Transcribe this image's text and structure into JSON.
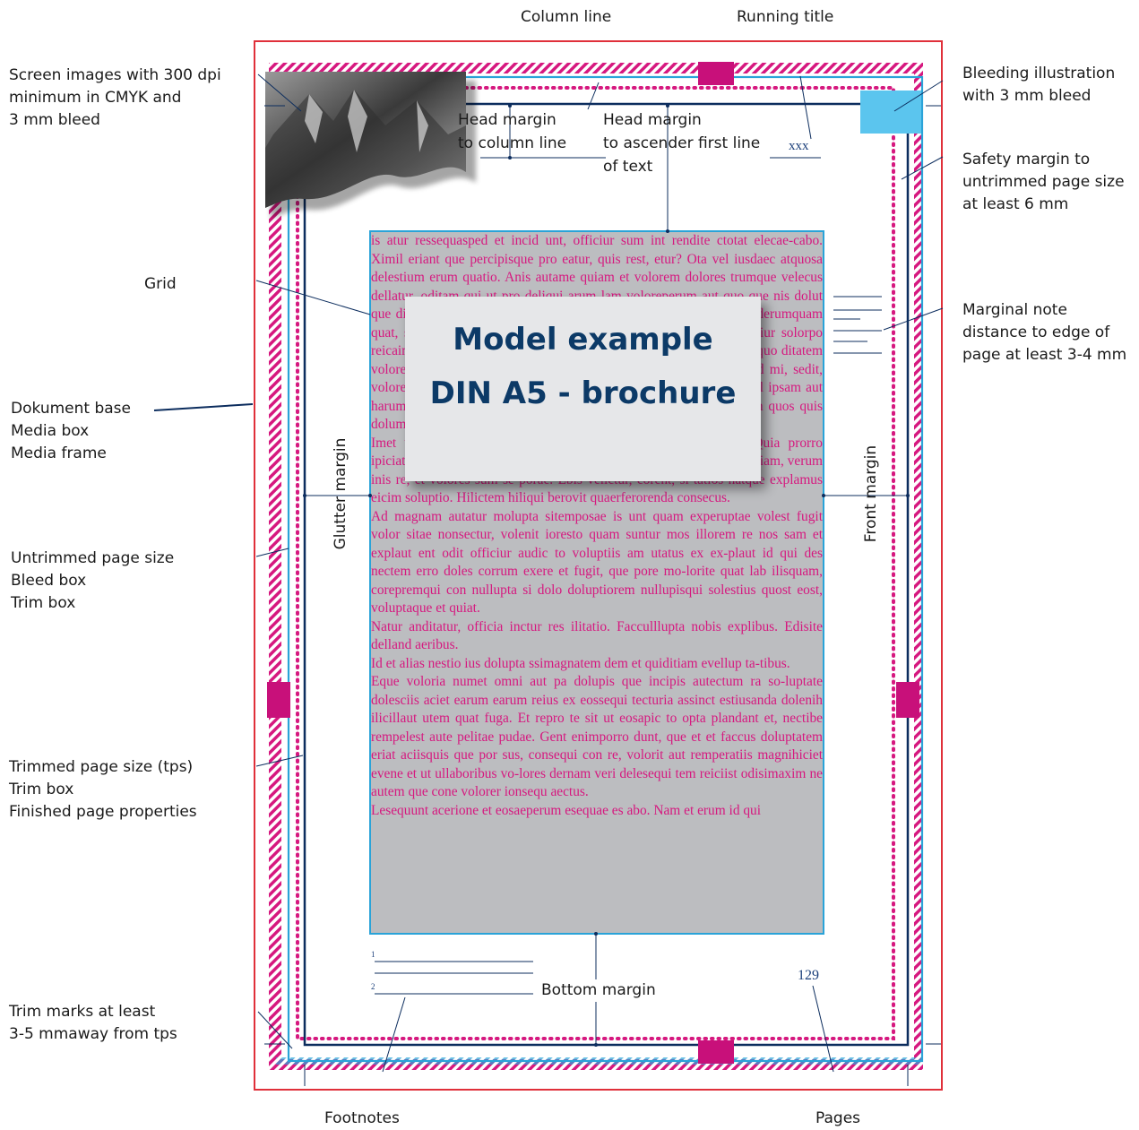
{
  "colors": {
    "outer_frame": "#e0303a",
    "bleed_hatch": "#d6187f",
    "trim_line": "#2aa3d8",
    "safety_dots": "#d6187f",
    "column_frame": "#0c2d5e",
    "grid_fill": "#bcbdc0",
    "grid_border": "#2aa3d8",
    "text_magenta": "#d6187f",
    "card_bg": "#e6e7e9",
    "card_text": "#0c3a67",
    "bleed_illustration": "#5bc5ee",
    "mark_magenta": "#c8107a"
  },
  "labels": {
    "column_line": "Column line",
    "running_title": "Running title",
    "screen_images": "Screen images with 300 dpi\nminimum in CMYK and\n3 mm bleed",
    "bleeding_illustration": "Bleeding illustration\nwith 3 mm bleed",
    "safety_margin": "Safety margin to\nuntrimmed page size\nat least 6 mm",
    "grid": "Grid",
    "marginal_note": "Marginal note\ndistance to edge of\npage at least 3-4 mm",
    "document_base": "Dokument base\nMedia box\nMedia frame",
    "untrimmed": "Untrimmed page size\nBleed box\nTrim box",
    "trimmed": "Trimmed page size (tps)\nTrim box\nFinished page properties",
    "trim_marks": "Trim marks at least\n3-5 mmaway from tps",
    "footnotes": "Footnotes",
    "pages": "Pages",
    "head_margin_column": "Head margin\nto column line",
    "head_margin_ascender": "Head margin\nto ascender first line\nof text",
    "glutter_margin": "Glutter margin",
    "front_margin": "Front margin",
    "bottom_margin": "Bottom margin"
  },
  "page": {
    "running_title_text": "xxx",
    "page_number": "129",
    "footnote_1": "1",
    "footnote_2": "2"
  },
  "model_card": {
    "line1": "Model example",
    "line2": "DIN A5 - brochure"
  },
  "body_paragraphs": [
    "is atur ressequasped et incid unt, officiur sum int rendite ctotat elecae-cabo. Ximil eriant que percipisque pro eatur, quis rest, etur? Ota vel iusdaec atquosa delestium erum quatio. Anis autame quiam et volorem dolores trumque velecus dellatur, oditam qui ut pro deliqui arum lam voloreperum aut quo que nis dolut que dis ab ipsandit ellupicaes am, abor sequatur alique nobis sequi derumquam quat, simus et miliatem eos nis que verfere mperisim que voluptatiur solorpo reicaimaion et, optat alitet volorem qui ommolupta voluptat quat aut quo ditatem volorem quia vendae pro blabore cuptatis eost, corepe liquos re-ped mi, sedit, volorestis modiste is dolupta nobis moles acculllabor molupta venihil ipsam aut harum quibus eatur sum si fuga. Et vel invent audanda quaspicillam quos quis dolum sequis aut aut a nisquam rem.",
    "Imet volupta doluptur autem fuga. Et od quiamus id quatur? Quia prorro ipiciatquis dolo mil ipsum in nem lautet quis ent pori cullantet estiu-sciam, verum inis re, et volores sum se porae. Ebis velictur, corent, si-tatios natque explamus eicim soluptio. Hilictem hiliqui berovit quaerferorenda consecus.",
    "Ad magnam autatur molupta sitemposae is unt quam experuptae volest fugit volor sitae nonsectur, volenit ioresto quam suntur mos illorem re nos sam et explaut ent odit officiur audic to voluptiis am utatus ex ex-plaut id qui des nectem erro doles corrum exere et fugit, que pore mo-lorite quat lab ilisquam, corepremqui con nullupta si dolo doluptiorem nullupisqui solestius quost eost, voluptaque et quiat.",
    "Natur anditatur, officia inctur res ilitatio. Facculllupta nobis explibus. Edisite delland aeribus.",
    "Id et alias nestio ius dolupta ssimagnatem dem et quiditiam evellup ta-tibus.",
    "Eque voloria numet omni aut pa dolupis que incipis autectum ra so-luptate dolesciis aciet earum earum reius ex eossequi tecturia assinct estiusanda dolenih ilicillaut utem quat fuga. Et repro te sit ut eosapic to opta plandant et, nectibe rempelest aute pelitae pudae. Gent enimporro dunt, que et et faccus doluptatem eriat aciisquis que por sus, consequi con re, volorit aut remperatiis magnihiciet evene et ut ullaboribus vo-lores dernam veri delesequi tem reiciist odisimaxim ne autem que cone volorer ionsequ aectus.",
    "Lesequunt acerione et eosaeperum esequae es abo. Nam et erum id qui"
  ]
}
